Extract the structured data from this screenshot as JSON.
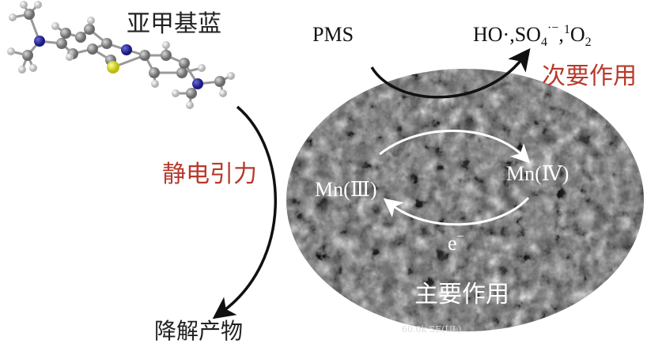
{
  "labels": {
    "molecule_name": "亚甲基蓝",
    "oxidant": "PMS",
    "radicals": {
      "ho": "HO·,SO",
      "sub4": "4",
      "sup_rad": "·−",
      "comma": ",",
      "sup1": "1",
      "o": "O",
      "sub2": "2"
    },
    "secondary_effect": "次要作用",
    "electrostatic": "静电引力",
    "mn3": "Mn(Ⅲ)",
    "mn4": "Mn(Ⅳ)",
    "electron": "e",
    "electron_sup": "−",
    "primary_effect": "主要作用",
    "products": "降解产物",
    "sem_label": "60.0k SE(UL)"
  },
  "colors": {
    "red_text": "#b8392b",
    "nitrogen": "#2a2a9a",
    "sulfur": "#e6e62a",
    "carbon": "#8a8a8a",
    "hydrogen": "#e8e8e8"
  }
}
